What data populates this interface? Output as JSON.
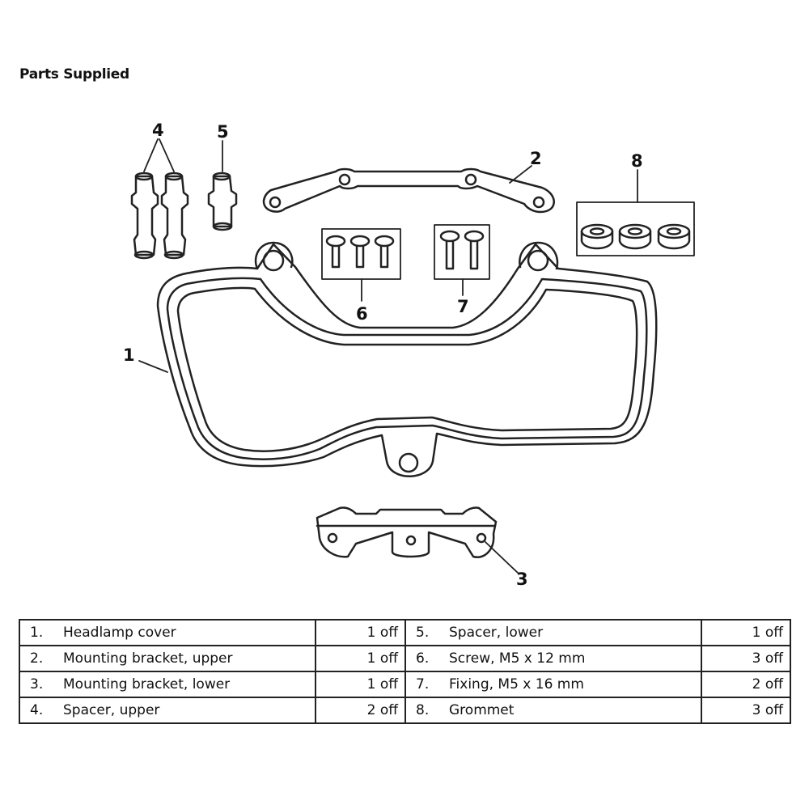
{
  "title": "Parts Supplied",
  "callouts": [
    "1",
    "2",
    "3",
    "4",
    "5",
    "6",
    "7",
    "8"
  ],
  "parts_table": [
    [
      {
        "num": "1.",
        "desc": "Headlamp cover",
        "qty": "1 off"
      },
      {
        "num": "5.",
        "desc": "Spacer, lower",
        "qty": "1 off"
      }
    ],
    [
      {
        "num": "2.",
        "desc": "Mounting bracket, upper",
        "qty": "1 off"
      },
      {
        "num": "6.",
        "desc": "Screw, M5 x 12 mm",
        "qty": "3 off"
      }
    ],
    [
      {
        "num": "3.",
        "desc": "Mounting bracket, lower",
        "qty": "1 off"
      },
      {
        "num": "7.",
        "desc": "Fixing, M5 x 16 mm",
        "qty": "2 off"
      }
    ],
    [
      {
        "num": "4.",
        "desc": "Spacer, upper",
        "qty": "2 off"
      },
      {
        "num": "8.",
        "desc": "Grommet",
        "qty": "3 off"
      }
    ]
  ]
}
